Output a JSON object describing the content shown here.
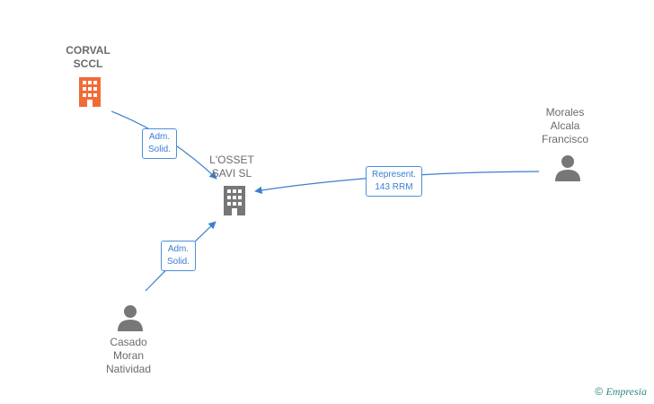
{
  "nodes": {
    "corval": {
      "label": "CORVAL\nSCCL",
      "icon": "building-icon",
      "color": "#f26b36"
    },
    "losset": {
      "label": "L'OSSET\nSAVI SL",
      "icon": "building-icon",
      "color": "#777777"
    },
    "morales": {
      "label": "Morales\nAlcala\nFrancisco",
      "icon": "person-icon",
      "color": "#777777"
    },
    "casado": {
      "label": "Casado\nMoran\nNatividad",
      "icon": "person-icon",
      "color": "#777777"
    }
  },
  "edges": {
    "corval_losset": {
      "label": "Adm.\nSolid."
    },
    "casado_losset": {
      "label": "Adm.\nSolid."
    },
    "morales_losset": {
      "label": "Represent.\n143 RRM"
    }
  },
  "colors": {
    "edge": "#3a7fd0",
    "accent": "#f26b36",
    "node": "#777777"
  },
  "footer": {
    "copyright": "©",
    "brand": "Empresia"
  }
}
